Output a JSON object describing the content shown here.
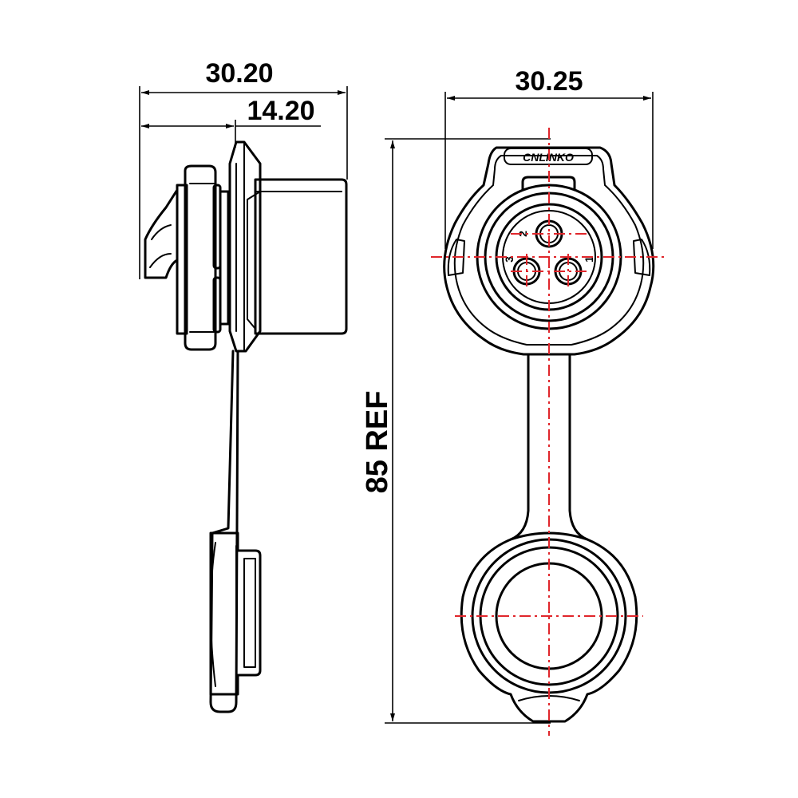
{
  "dimensions": {
    "side_overall_width": "30.20",
    "side_body_depth": "14.20",
    "front_width": "30.25",
    "overall_length": "85 REF"
  },
  "front_view": {
    "brand_logo": "CNLINKO",
    "pin_labels": [
      "1",
      "2",
      "3"
    ]
  },
  "colors": {
    "outline": "#000000",
    "centerline": "#e0262b",
    "background": "#ffffff"
  }
}
